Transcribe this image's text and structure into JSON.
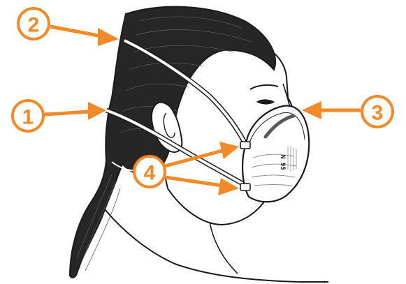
{
  "colors": {
    "accent": "#f28a2a",
    "outline": "#1a1a1a",
    "hair": "#262626",
    "skin": "#ffffff",
    "mask": "#ffffff",
    "strap": "#ffffff"
  },
  "callouts": [
    {
      "id": "1",
      "label": "1",
      "points_to": "lower-strap"
    },
    {
      "id": "2",
      "label": "2",
      "points_to": "upper-strap"
    },
    {
      "id": "3",
      "label": "3",
      "points_to": "nose-clip"
    },
    {
      "id": "4",
      "label": "4",
      "points_to": "strap-attachments"
    }
  ],
  "mask": {
    "marking": "N 95"
  },
  "icons": {
    "figure": "person-wearing-n95-respirator",
    "arrow": "orange-arrow"
  }
}
